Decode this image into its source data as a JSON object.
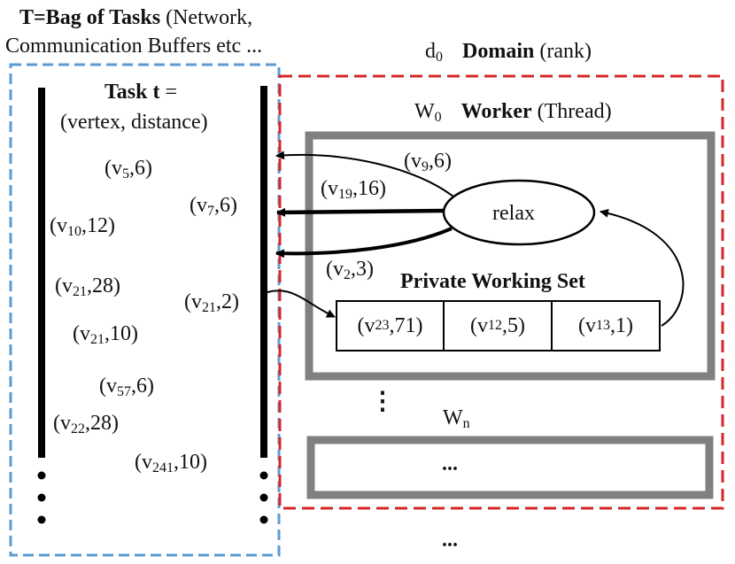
{
  "bag": {
    "title_bold": "T=Bag of Tasks",
    "title_rest": " (Network,",
    "title_line2": "Communication Buffers etc ..."
  },
  "task": {
    "bold": "Task t",
    "eq": " =",
    "line2": "(vertex, distance)"
  },
  "domain": {
    "sym": "d",
    "sub": "0",
    "bold": "Domain",
    "rest": " (rank)"
  },
  "worker": {
    "sym": "W",
    "sub": "0",
    "bold": "Worker",
    "rest": " (Thread)"
  },
  "worker_n": {
    "sym": "W",
    "sub": "n"
  },
  "relax": "relax",
  "pws": {
    "title": "Private Working Set",
    "cells": [
      {
        "sub": "23",
        "val": "71"
      },
      {
        "sub": "12",
        "val": "5"
      },
      {
        "sub": "13",
        "val": "1"
      }
    ]
  },
  "bag_tasks": [
    {
      "sub": "5",
      "val": "6"
    },
    {
      "sub": "10",
      "val": "12"
    },
    {
      "sub": "21",
      "val": "28"
    },
    {
      "sub": "21",
      "val": "10"
    },
    {
      "sub": "57",
      "val": "6"
    },
    {
      "sub": "22",
      "val": "28"
    },
    {
      "sub": "241",
      "val": "10"
    }
  ],
  "column_tasks": [
    {
      "sub": "7",
      "val": "6"
    },
    {
      "sub": "21",
      "val": "2"
    }
  ],
  "arrow_tasks": [
    {
      "sub": "9",
      "val": "6"
    },
    {
      "sub": "19",
      "val": "16"
    },
    {
      "sub": "2",
      "val": "3"
    }
  ],
  "ellipses": {
    "vdots": "⋮",
    "dots": "..."
  },
  "colors": {
    "bag_border": "#5b9bd5",
    "domain_border": "#d62728",
    "worker_border": "#808080",
    "line": "#000000"
  }
}
